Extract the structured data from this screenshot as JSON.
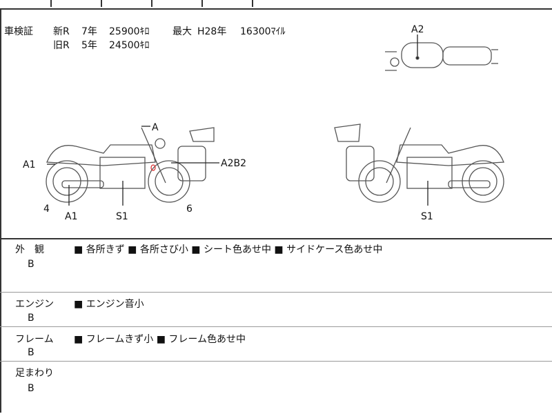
{
  "inspection": {
    "label": "車検証",
    "new_row": {
      "era": "新R",
      "year": "7年",
      "distance": "25900ｷﾛ"
    },
    "old_row": {
      "era": "旧R",
      "year": "5年",
      "distance": "24500ｷﾛ"
    },
    "max": {
      "label": "最大",
      "year": "H28年",
      "distance": "16300ﾏｲﾙ"
    }
  },
  "diagram_labels": {
    "top_a2": "A2",
    "a": "A",
    "a1_left": "A1",
    "a2b2": "A2B2",
    "num4": "4",
    "a1_bottom": "A1",
    "s1_left": "S1",
    "num6": "6",
    "s1_right": "S1"
  },
  "sections": [
    {
      "title": "外　観",
      "grade": "B",
      "items": [
        "各所きず",
        "各所さび小",
        "シート色あせ中",
        "サイドケース色あせ中"
      ]
    },
    {
      "title": "エンジン",
      "grade": "B",
      "items": [
        "エンジン音小"
      ]
    },
    {
      "title": "フレーム",
      "grade": "B",
      "items": [
        "フレームきず小",
        "フレーム色あせ中"
      ]
    },
    {
      "title": "足まわり",
      "grade": "B",
      "items": []
    }
  ]
}
